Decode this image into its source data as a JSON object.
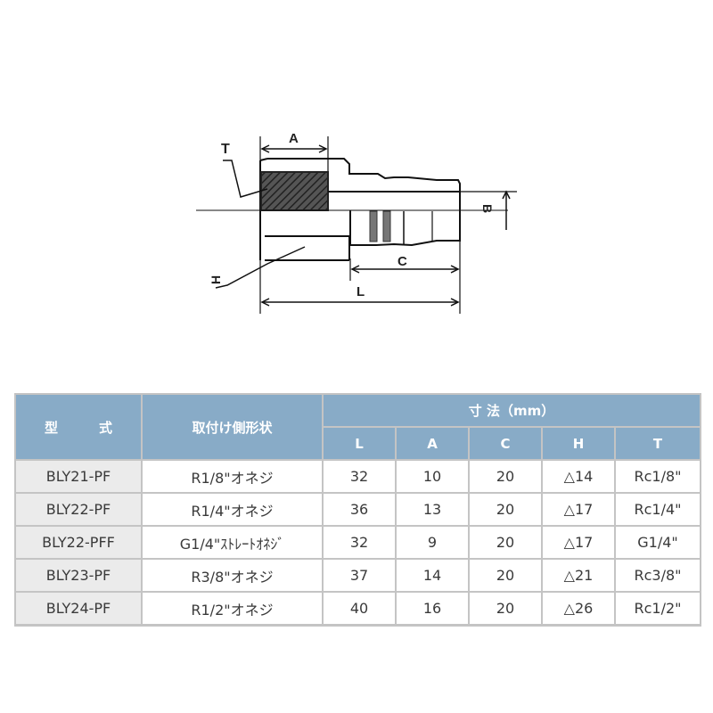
{
  "drawing": {
    "labels": {
      "A": "A",
      "B": "B",
      "C": "C",
      "L": "L",
      "H": "H",
      "T": "T"
    }
  },
  "table": {
    "headers": {
      "model_part1": "型",
      "model_part2": "式",
      "shape": "取付け側形状",
      "dimensions": "寸  法（mm）",
      "columns": [
        "L",
        "A",
        "C",
        "H",
        "T"
      ]
    },
    "rows": [
      {
        "model": "BLY21-PF",
        "shape": "R1/8\"オネジ",
        "L": "32",
        "A": "10",
        "C": "20",
        "H": "△14",
        "T": "Rc1/8\""
      },
      {
        "model": "BLY22-PF",
        "shape": "R1/4\"オネジ",
        "L": "36",
        "A": "13",
        "C": "20",
        "H": "△17",
        "T": "Rc1/4\""
      },
      {
        "model": "BLY22-PFF",
        "shape": "G1/4\"ｽﾄﾚｰﾄｵﾈｼﾞ",
        "L": "32",
        "A": "9",
        "C": "20",
        "H": "△17",
        "T": "G1/4\""
      },
      {
        "model": "BLY23-PF",
        "shape": "R3/8\"オネジ",
        "L": "37",
        "A": "14",
        "C": "20",
        "H": "△21",
        "T": "Rc3/8\""
      },
      {
        "model": "BLY24-PF",
        "shape": "R1/2\"オネジ",
        "L": "40",
        "A": "16",
        "C": "20",
        "H": "△26",
        "T": "Rc1/2\""
      }
    ]
  },
  "colors": {
    "header_bg": "#88abc7",
    "model_cell_bg": "#ebebeb",
    "border": "#c4c4c4",
    "text": "#3a3a3a"
  }
}
